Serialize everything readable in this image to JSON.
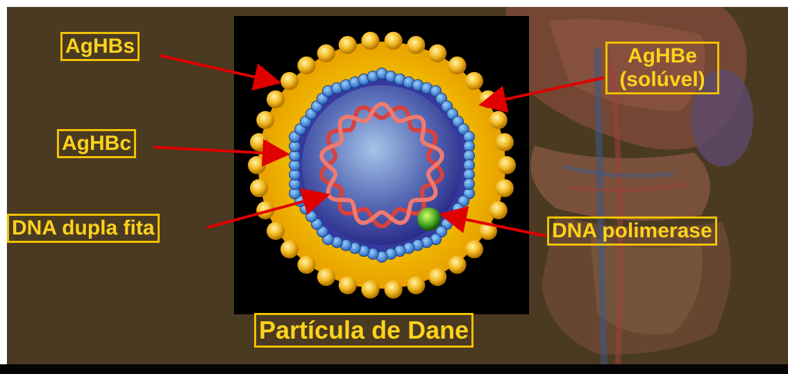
{
  "labels": {
    "aghbs": "AgHBs",
    "aghbe_line1": "AgHBe",
    "aghbe_line2": "(solúvel)",
    "aghbc": "AgHBc",
    "dna_dupla_fita": "DNA dupla fita",
    "dna_polimerase": "DNA polimerase"
  },
  "title": "Partícula de Dane",
  "colors": {
    "label_text": "#ffd21a",
    "label_border": "#f2c200",
    "arrow": "#e00000",
    "background": "#4a3a22"
  }
}
